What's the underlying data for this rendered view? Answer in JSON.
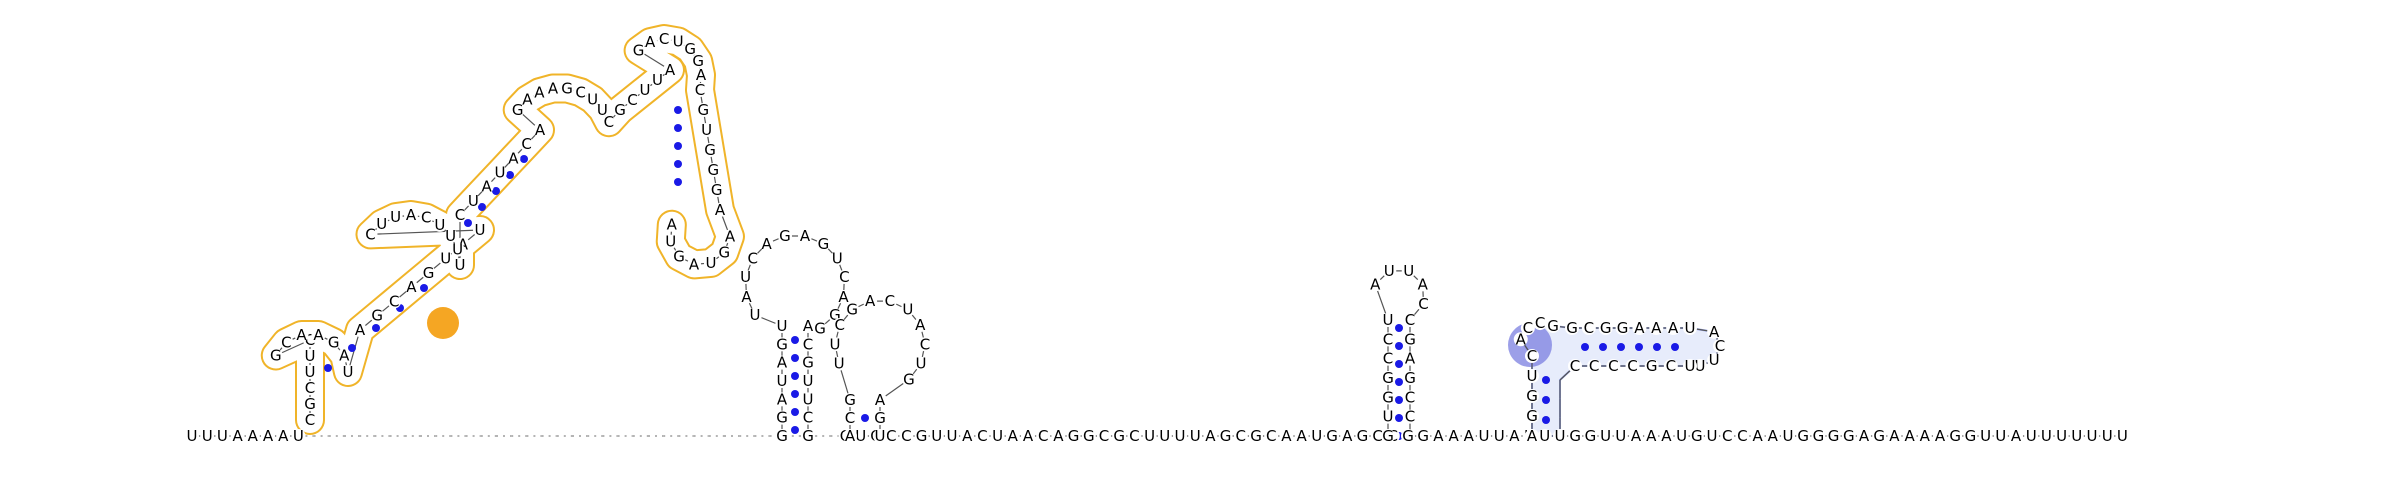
{
  "main_strand": "UUUAAAAU-----------------------------------GUGCCGUUACUAACAGGCGCUUUUAGCGCAAUGAGCCGGAAAUUAUUUGGUUAAAUGUCCAAUGGGGAGAAAAGGUUAUUUUUUU",
  "hairpin_left": "CGCUUCGCAAGAUAGCAGUAUCUUACUUUUCUAUACAGAAAGCUUCGCUUAGACUGGACGUGGGAAGUAGUAUCCCUCAGGA",
  "hairpin_mid": "GGAUAGUUAUCAGAGUCAGGACGUUCGACUACUGAGUUACC",
  "hairpin_right": "GUGGCCUAUUACCGAGCC",
  "hairpin_far": "AGGUCACCGGCGGAAAUACUUUCGCCCC",
  "highlight_colors": {
    "orange": "#f0b429",
    "orange_fill": "#f5a623",
    "blue": "#9aa8ee",
    "blue_fill": "#e7ecfb",
    "blue_dark": "#7b7fe0",
    "pair_dot": "#1a1ae6"
  }
}
